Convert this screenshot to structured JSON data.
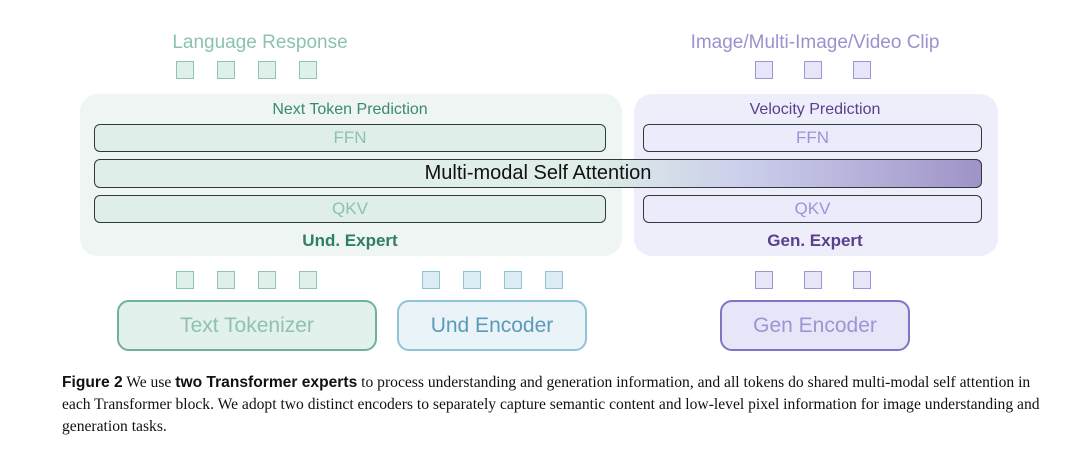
{
  "top": {
    "language_response": "Language Response",
    "image_clip": "Image/Multi-Image/Video Clip"
  },
  "und_panel": {
    "heading": "Next Token Prediction",
    "ffn": "FFN",
    "qkv": "QKV",
    "expert": "Und. Expert"
  },
  "gen_panel": {
    "heading": "Velocity Prediction",
    "ffn": "FFN",
    "qkv": "QKV",
    "expert": "Gen. Expert"
  },
  "shared": {
    "attention": "Multi-modal Self Attention"
  },
  "encoders": {
    "text": "Text Tokenizer",
    "und": "Und Encoder",
    "gen": "Gen Encoder"
  },
  "caption": {
    "fig_label": "Figure 2",
    "part1": " We use ",
    "bold": "two Transformer experts",
    "part2": " to process understanding and generation information, and all tokens do shared multi-modal self attention in each Transformer block. We adopt two distinct encoders to separately capture semantic content and low-level pixel information for image understanding and generation tasks."
  },
  "colors": {
    "green": "#5a9e86",
    "teal_dark": "#2f7f63",
    "blue": "#5b9bb8",
    "purple": "#8a82c8",
    "purple_dark": "#5a3f8c"
  }
}
